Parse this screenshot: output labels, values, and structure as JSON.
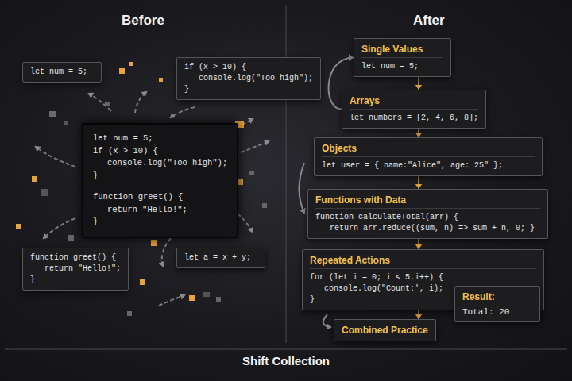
{
  "diagram": {
    "caption": "Shift Collection",
    "nodes": [
      {
        "text": [
          "let num = 5;"
        ]
      },
      {
        "text": [
          "if (x > 10) {",
          "console.log(\"Too high\");",
          "}"
        ]
      },
      {
        "text": [
          "let num = 5;",
          "if (x > 10) {",
          "console.log(\"Too high\");",
          "}",
          "function greet() {",
          "return \"Hello!\";",
          "}"
        ]
      },
      {
        "text": [
          "function greet() {",
          "return \"Hello!\";",
          "}"
        ]
      },
      {
        "text": [
          "let a = x + y;"
        ]
      },
      {
        "text": [
          "Single Values",
          "let num = 5;"
        ]
      },
      {
        "text": [
          "Arrays",
          "let numbers = [2, 4, 6, 8];"
        ]
      },
      {
        "text": [
          "Objects",
          "let user = { name:\"Alice\", age: 25\" };"
        ]
      },
      {
        "text": [
          "Functions with Data",
          "function calculateTotal(arr) {",
          "return arr.reduce((sum, n) => sum + n, 0; }"
        ]
      },
      {
        "text": [
          "Repeated Actions",
          "for (let i = 0; i < 5.i++) {",
          "console.log(\"Count:', i);",
          "}"
        ]
      },
      {
        "text": [
          "Combined Practice"
        ]
      },
      {
        "text": [
          "Result:",
          "Total: 20"
        ]
      }
    ],
    "edges": [
      {
        "from": 5,
        "to": 6,
        "arrow": "to"
      },
      {
        "from": 6,
        "to": 7,
        "arrow": "to"
      },
      {
        "from": 7,
        "to": 8,
        "arrow": "to"
      },
      {
        "from": 8,
        "to": 9,
        "arrow": "to"
      },
      {
        "from": 9,
        "to": 10,
        "arrow": "to"
      },
      {
        "from": 6,
        "to": 5,
        "arrow": "to"
      }
    ],
    "labels": [
      "Before",
      "After"
    ]
  }
}
